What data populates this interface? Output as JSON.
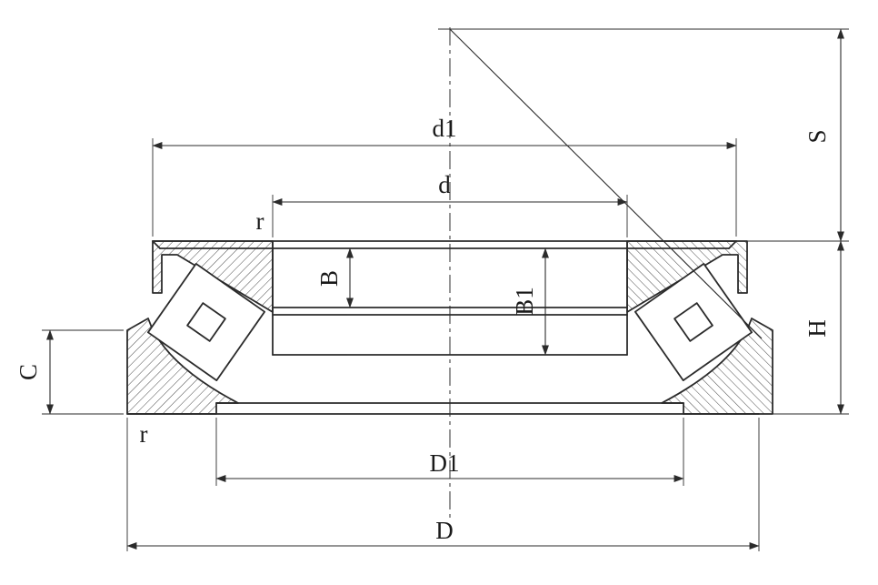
{
  "drawing": {
    "type": "engineering-cross-section",
    "subject": "spherical-roller-thrust-bearing",
    "colors": {
      "line": "#2b2b2b",
      "background": "#ffffff"
    },
    "labels": {
      "d1": "d1",
      "d": "d",
      "B": "B",
      "B1": "B1",
      "S": "S",
      "H": "H",
      "C": "C",
      "D1": "D1",
      "D": "D",
      "r_top": "r",
      "r_bottom": "r"
    }
  }
}
